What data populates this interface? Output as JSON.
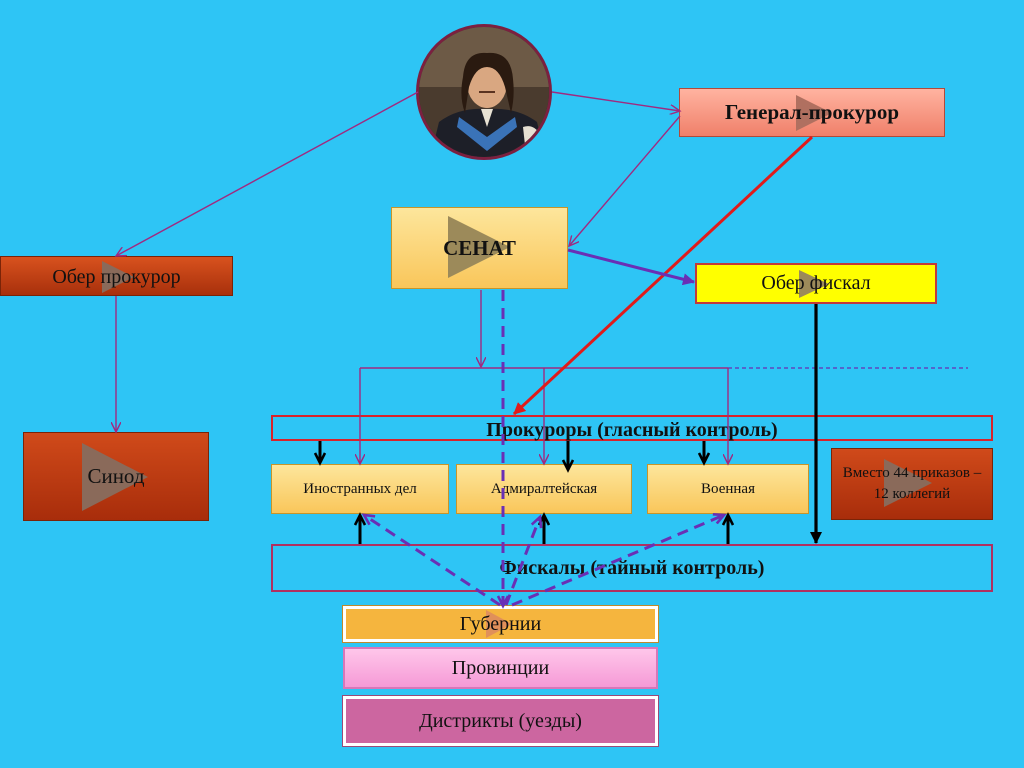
{
  "nodes": {
    "general_prosecutor": "Генерал-прокурор",
    "senate": "СЕНАТ",
    "ober_prosecutor": "Обер прокурор",
    "ober_fiscal": "Обер фискал",
    "synod": "Синод",
    "prosecutors": "Прокуроры (гласный контроль)",
    "foreign_affairs": "Иностранных дел",
    "admiralty": "Адмиралтейская",
    "military": "Военная",
    "collegia_note": "Вместо 44 приказов – 12 коллегий",
    "fiscals": "Фискалы (тайный контроль)",
    "gubernii": "Губернии",
    "provinces": "Провинции",
    "districts": "Дистрикты (уезды)"
  },
  "colors": {
    "background": "#2ec5f5",
    "orange_box": "#fbd46e",
    "red_box": "#b2320f",
    "yellow_box": "#ffff00",
    "line_red": "#e01b1b",
    "line_purple": "#6a2fb5",
    "line_thin": "#a02a80"
  }
}
